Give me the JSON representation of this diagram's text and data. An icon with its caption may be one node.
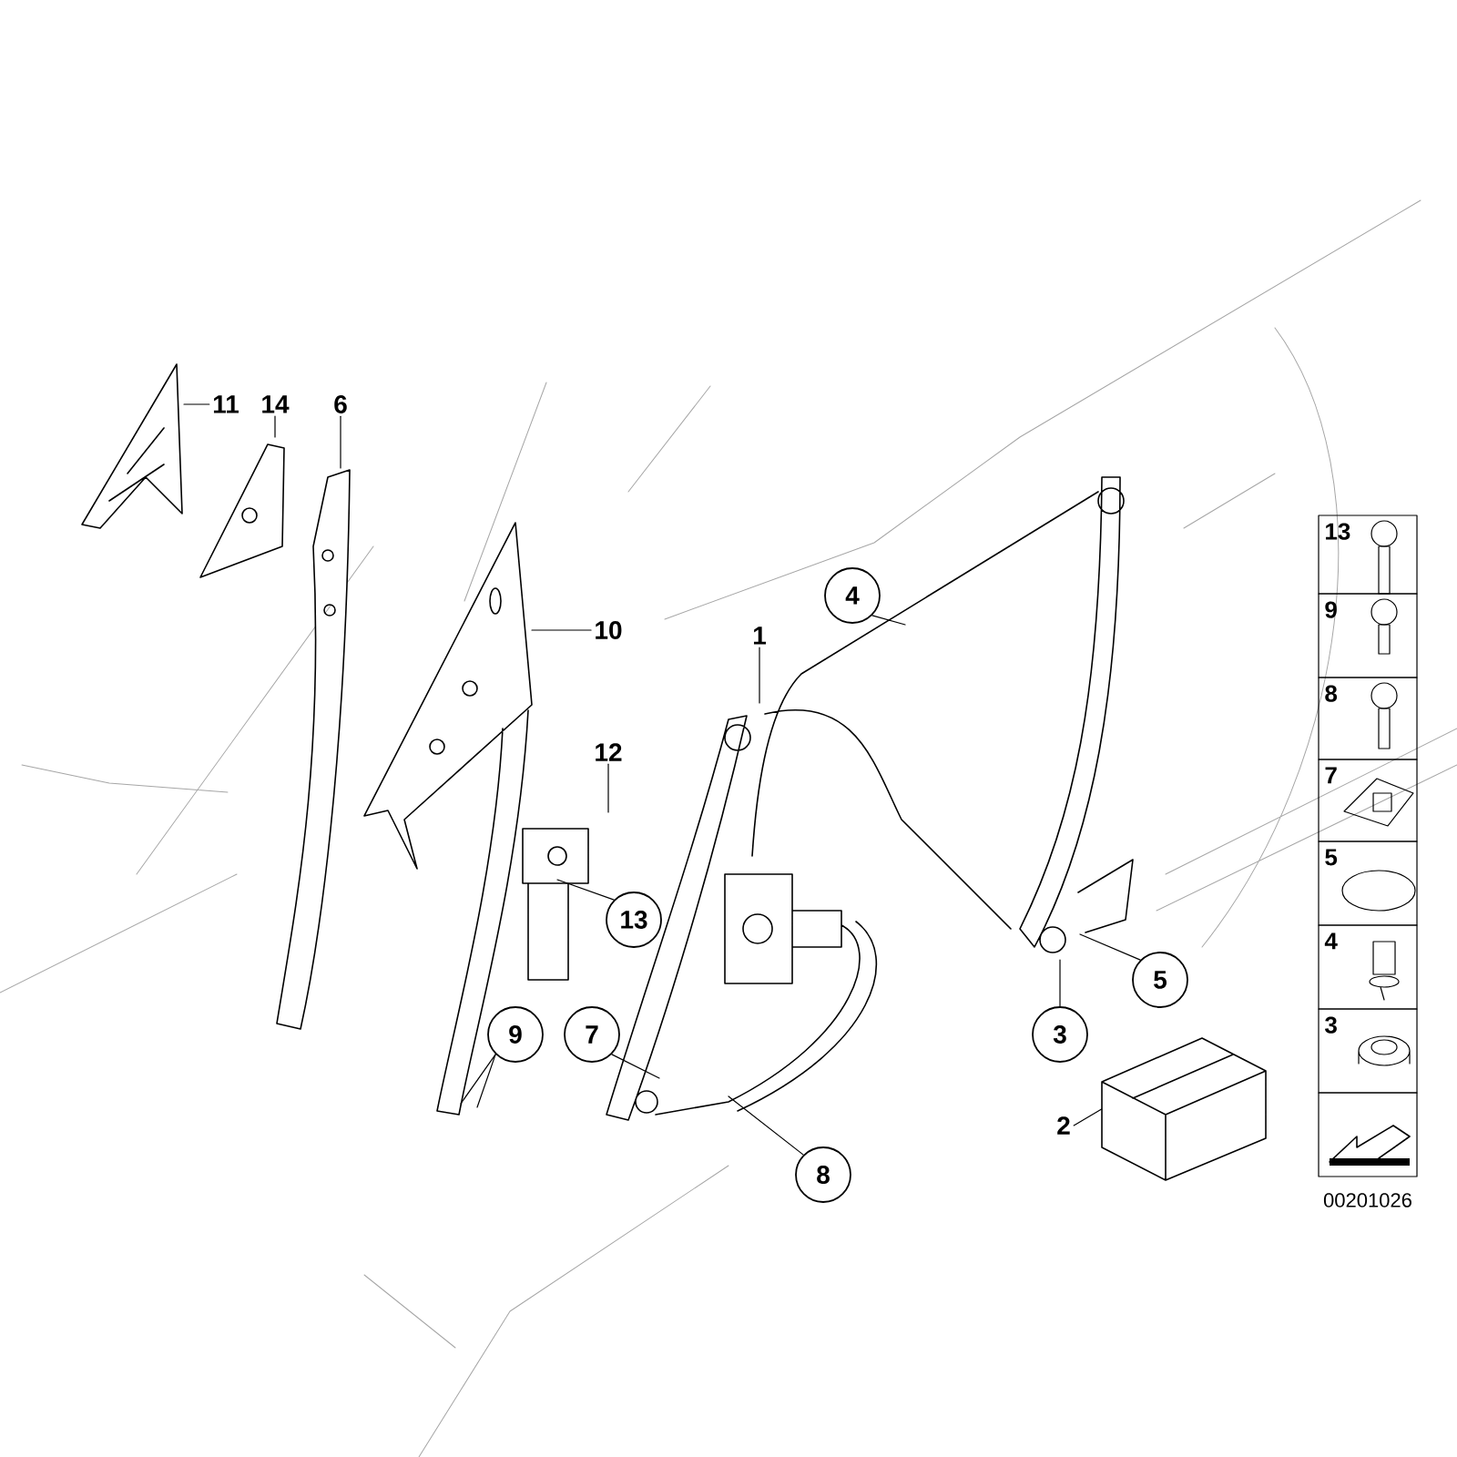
{
  "diagram": {
    "nodes": [
      {
        "text": [
          "11"
        ]
      },
      {
        "text": [
          "14"
        ]
      },
      {
        "text": [
          "6"
        ]
      },
      {
        "text": [
          "10"
        ]
      },
      {
        "text": [
          "1"
        ]
      },
      {
        "text": [
          "12"
        ]
      },
      {
        "text": [
          "4"
        ]
      },
      {
        "text": [
          "13"
        ]
      },
      {
        "text": [
          "9"
        ]
      },
      {
        "text": [
          "7"
        ]
      },
      {
        "text": [
          "8"
        ]
      },
      {
        "text": [
          "3"
        ]
      },
      {
        "text": [
          "5"
        ]
      },
      {
        "text": [
          "2"
        ]
      },
      {
        "text": [],
        "shape": "picture"
      }
    ],
    "edges": [
      {
        "from": 0,
        "to": null,
        "arrow": "none"
      },
      {
        "from": 1,
        "to": null,
        "arrow": "none"
      },
      {
        "from": 2,
        "to": null,
        "arrow": "none"
      },
      {
        "from": 3,
        "to": null,
        "arrow": "none"
      },
      {
        "from": 4,
        "to": null,
        "arrow": "none"
      },
      {
        "from": 5,
        "to": null,
        "arrow": "none"
      },
      {
        "from": 6,
        "to": null,
        "arrow": "none"
      },
      {
        "from": 7,
        "to": null,
        "arrow": "none"
      },
      {
        "from": 8,
        "to": null,
        "arrow": "none"
      },
      {
        "from": 8,
        "to": null,
        "arrow": "none"
      },
      {
        "from": 9,
        "to": null,
        "arrow": "none"
      },
      {
        "from": 10,
        "to": null,
        "arrow": "none"
      },
      {
        "from": 11,
        "to": null,
        "arrow": "none"
      },
      {
        "from": 12,
        "to": null,
        "arrow": "none"
      },
      {
        "from": 13,
        "to": 14,
        "arrow": "none"
      }
    ],
    "labels": [
      "13",
      "9",
      "8",
      "7",
      "5",
      "4",
      "3",
      "00201026"
    ]
  }
}
